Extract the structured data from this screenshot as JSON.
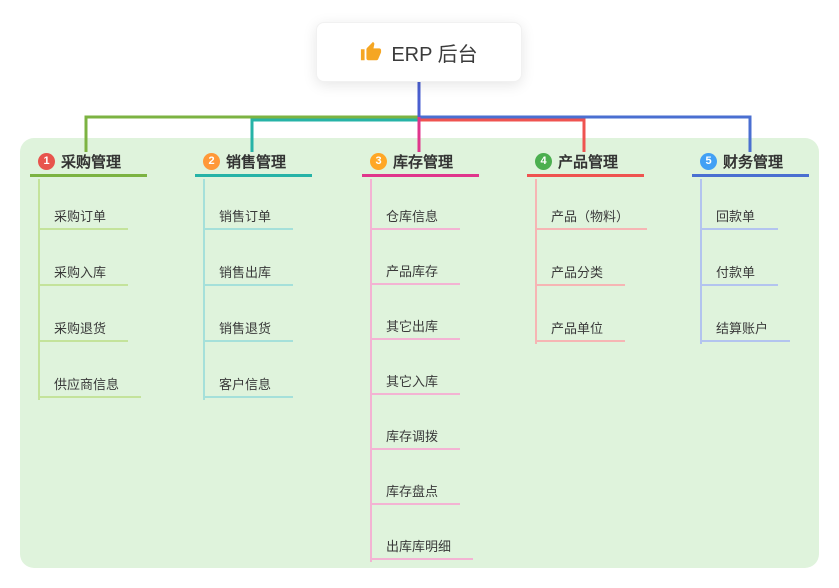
{
  "root": {
    "icon": "thumbs-up-icon",
    "title": "ERP 后台"
  },
  "colors": {
    "canvas_bg": "#ffffff",
    "panel_bg": "#dff3dc",
    "stem": "#4a5fd0"
  },
  "branches": [
    {
      "badge": "1",
      "badge_color": "#e8544d",
      "label": "采购管理",
      "color": "#7cb342",
      "light_color": "#c4e39b",
      "children": [
        "采购订单",
        "采购入库",
        "采购退货",
        "供应商信息"
      ]
    },
    {
      "badge": "2",
      "badge_color": "#ff9838",
      "label": "销售管理",
      "color": "#26b3a7",
      "light_color": "#a5e0da",
      "children": [
        "销售订单",
        "销售出库",
        "销售退货",
        "客户信息"
      ]
    },
    {
      "badge": "3",
      "badge_color": "#ffa726",
      "label": "库存管理",
      "color": "#e0368c",
      "light_color": "#f3b3d3",
      "children": [
        "仓库信息",
        "产品库存",
        "其它出库",
        "其它入库",
        "库存调拨",
        "库存盘点",
        "出库库明细"
      ]
    },
    {
      "badge": "4",
      "badge_color": "#4caf50",
      "label": "产品管理",
      "color": "#ef5350",
      "light_color": "#f6b5b4",
      "children": [
        "产品（物料）",
        "产品分类",
        "产品单位"
      ]
    },
    {
      "badge": "5",
      "badge_color": "#42a0f5",
      "label": "财务管理",
      "color": "#4a6fd1",
      "light_color": "#b3c4ef",
      "children": [
        "回款单",
        "付款单",
        "结算账户"
      ]
    }
  ]
}
